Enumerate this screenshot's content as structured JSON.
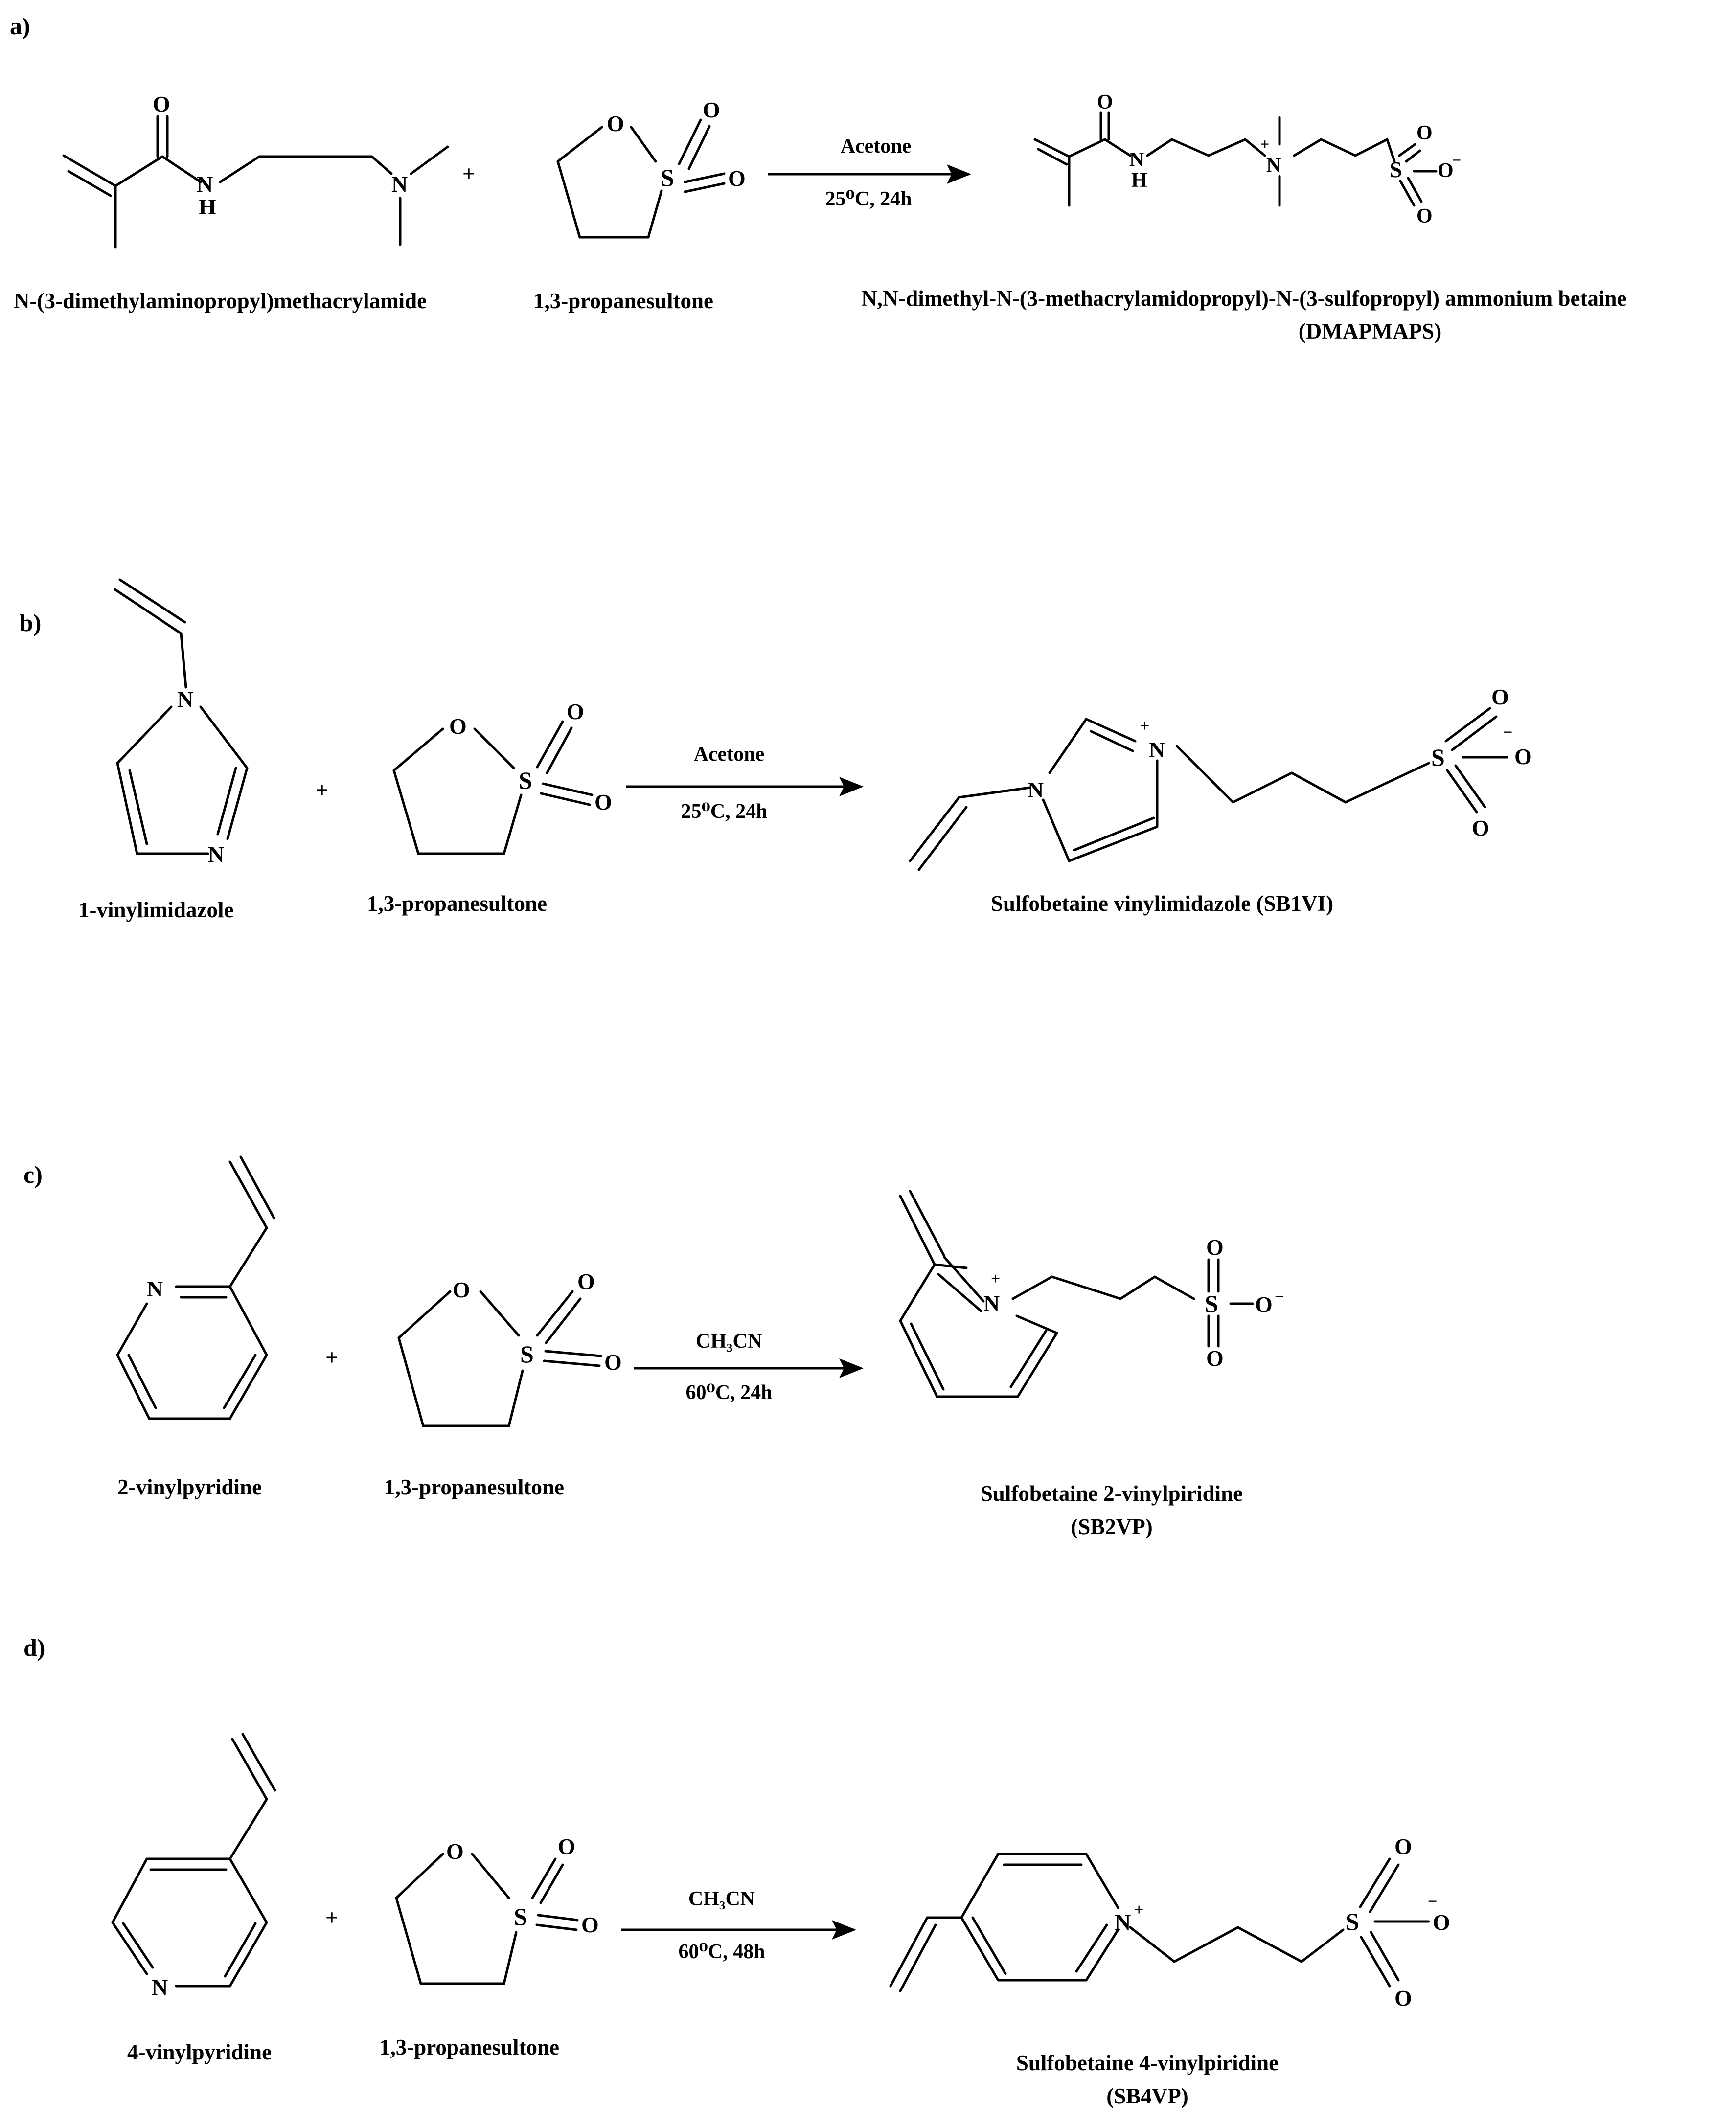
{
  "panels": {
    "a": {
      "label": "a)",
      "reactant1": "N-(3-dimethylaminopropyl)methacrylamide",
      "plus": "+",
      "reactant2": "1,3-propanesultone",
      "cond_top": "Acetone",
      "cond_bot": "25⁰C, 24h",
      "product_line1": "N,N-dimethyl-N-(3-methacrylamidopropyl)-N-(3-sulfopropyl)  ammonium betaine",
      "product_line2": "(DMAPMAPS)"
    },
    "b": {
      "label": "b)",
      "reactant1": "1-vinylimidazole",
      "plus": "+",
      "reactant2": "1,3-propanesultone",
      "cond_top": "Acetone",
      "cond_bot": "25⁰C, 24h",
      "product_line1": "Sulfobetaine vinylimidazole (SB1VI)"
    },
    "c": {
      "label": "c)",
      "reactant1": "2-vinylpyridine",
      "plus": "+",
      "reactant2": "1,3-propanesultone",
      "cond_top": "CH₃CN",
      "cond_bot": "60⁰C, 24h",
      "product_line1": "Sulfobetaine 2-vinylpiridine",
      "product_line2": "(SB2VP)"
    },
    "d": {
      "label": "d)",
      "reactant1": "4-vinylpyridine",
      "plus": "+",
      "reactant2": "1,3-propanesultone",
      "cond_top": "CH₃CN",
      "cond_bot": "60⁰C, 48h",
      "product_line1": "Sulfobetaine 4-vinylpiridine",
      "product_line2": "(SB4VP)"
    }
  },
  "atoms": {
    "O": "O",
    "N": "N",
    "H": "H",
    "S": "S",
    "plus": "+",
    "minus": "−"
  }
}
